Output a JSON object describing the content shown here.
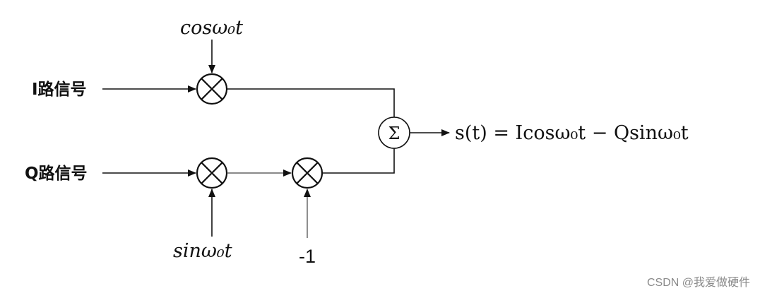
{
  "diagram": {
    "labels": {
      "i_input": "I路信号",
      "q_input": "Q路信号",
      "cos_carrier": "cosω₀t",
      "sin_carrier": "sinω₀t",
      "neg_one": "-1",
      "summer": "Σ",
      "output": "s(t) = Icosω₀t − Qsinω₀t"
    }
  },
  "watermark": "CSDN @我爱做硬件"
}
